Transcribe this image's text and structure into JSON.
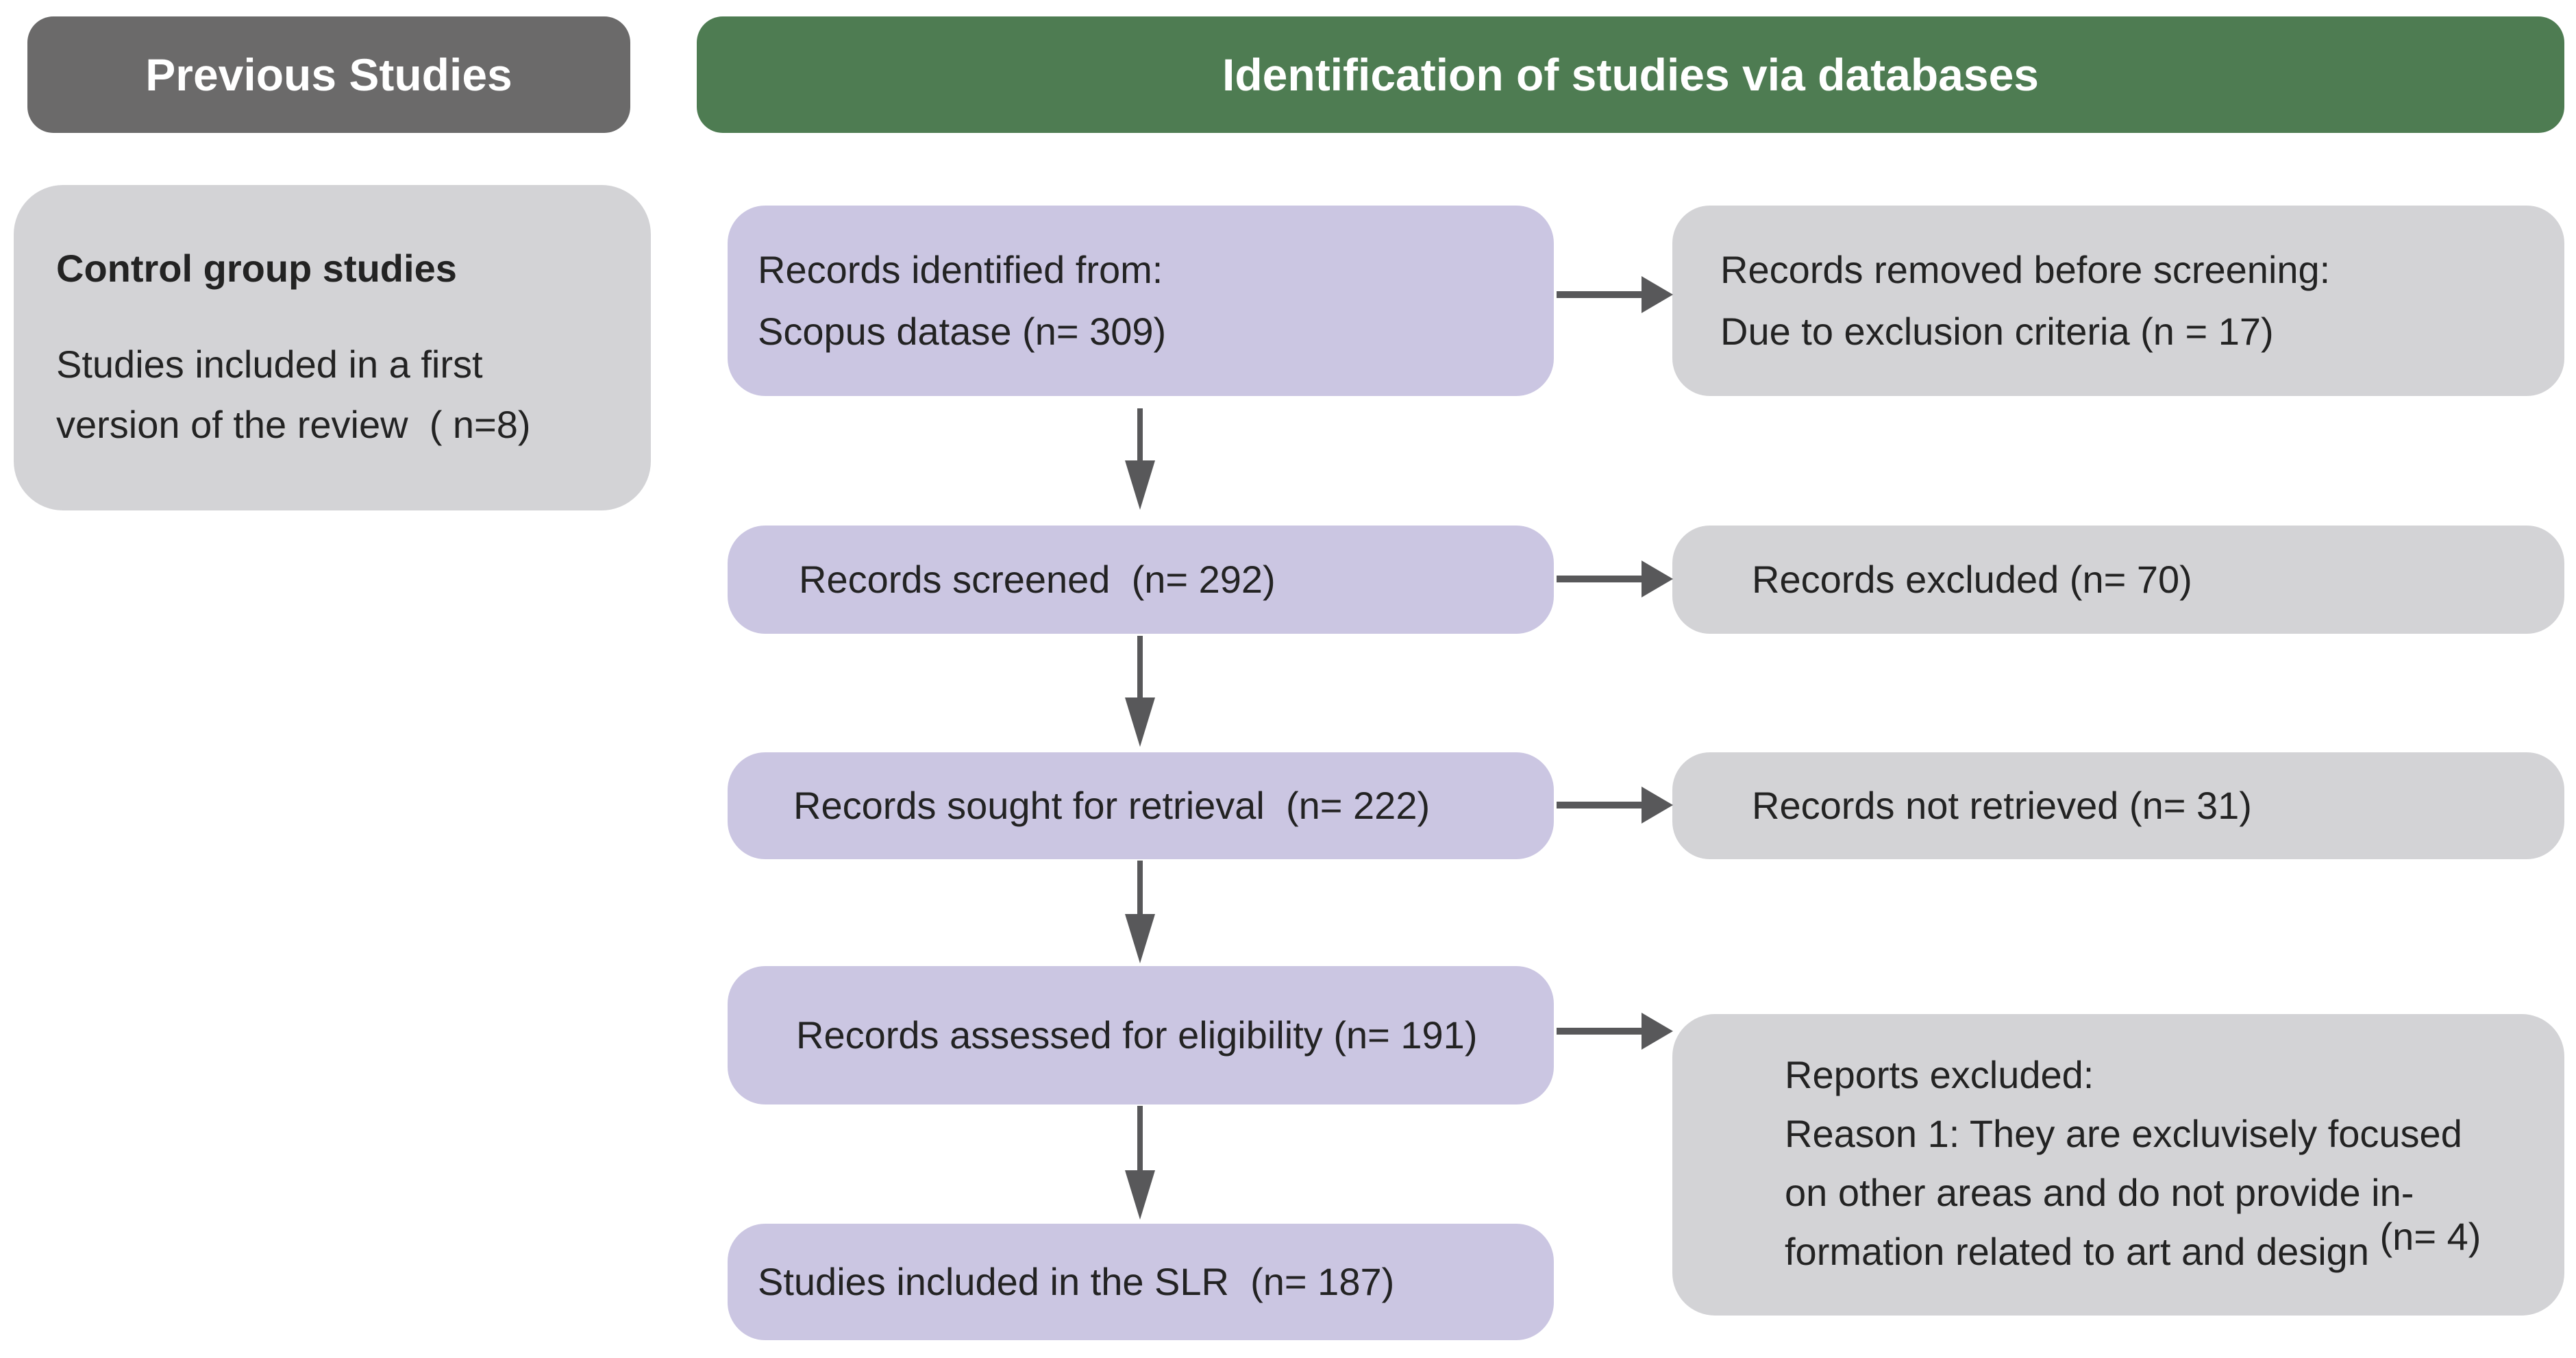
{
  "colors": {
    "background": "#ffffff",
    "header-gray": "#6b6a6a",
    "header-green": "#4e7c52",
    "step-purple": "#cbc6e2",
    "side-gray": "#d3d3d6",
    "arrow": "#58585a",
    "text-dark": "#232323",
    "header-text": "#ffffff"
  },
  "headers": {
    "previous_studies": "Previous Studies",
    "identification": "Identification of studies via databases"
  },
  "previous_studies_box": {
    "title": "Control group studies",
    "body_lines": [
      "Studies included in a first",
      "version of the review  ( n=8)"
    ]
  },
  "flow": {
    "steps": [
      {
        "lines": [
          "Records identified from:",
          "Scopus datase (n= 309)"
        ],
        "n": 309
      },
      {
        "lines": [
          "Records screened  (n= 292)"
        ],
        "n": 292
      },
      {
        "lines": [
          "Records sought for retrieval  (n= 222)"
        ],
        "n": 222
      },
      {
        "lines": [
          "Records assessed for eligibility (n= 191)"
        ],
        "n": 191
      },
      {
        "lines": [
          "Studies included in the SLR  (n= 187)"
        ],
        "n": 187
      }
    ],
    "side_boxes": [
      {
        "lines": [
          "Records removed before screening:",
          "Due to exclusion criteria (n = 17)"
        ],
        "n": 17
      },
      {
        "lines": [
          "Records excluded (n= 70)"
        ],
        "n": 70
      },
      {
        "lines": [
          "Records not retrieved (n= 31)"
        ],
        "n": 31
      },
      {
        "lines": [
          "Reports excluded:",
          "Reason 1: They are excluvisely focused",
          "on other areas and do not provide in-",
          "formation related to art and design "
        ],
        "n_suffix": "(n= 4)",
        "n": 4
      }
    ]
  }
}
